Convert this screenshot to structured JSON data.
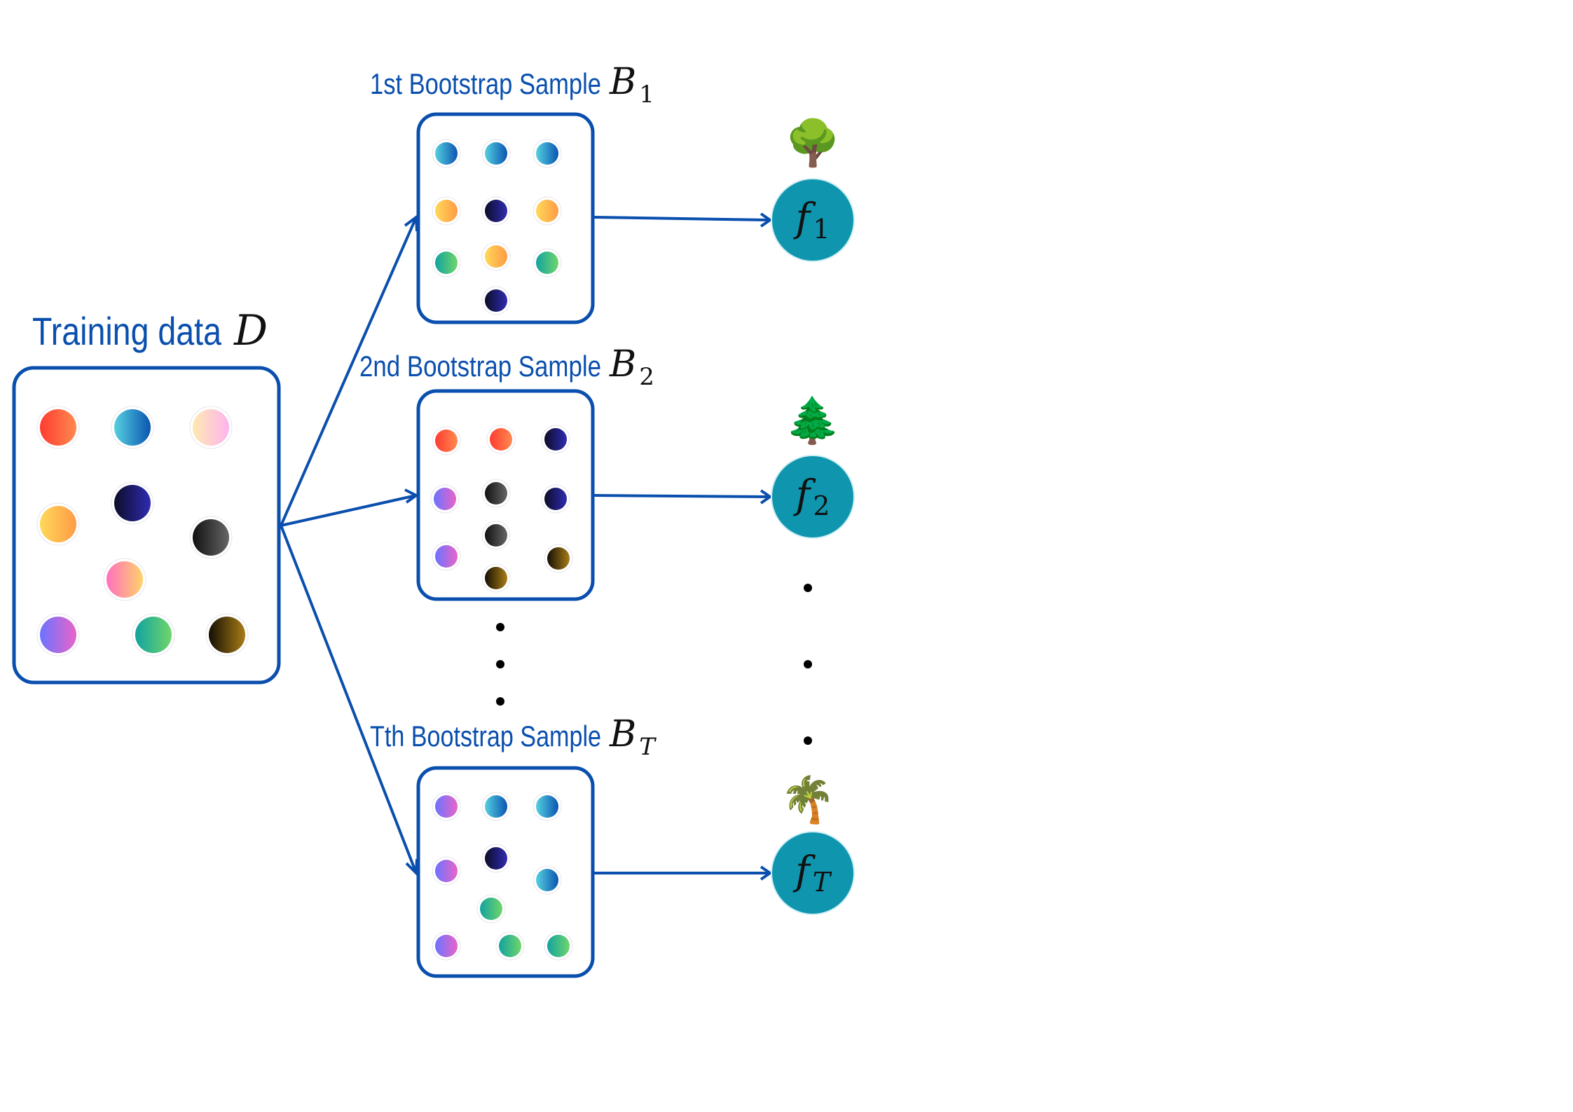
{
  "colors": {
    "accent": "#0a4fae",
    "model_fill": "#0f96ae",
    "ellipsis": "#000000"
  },
  "training": {
    "label": "Training data",
    "symbol": "D",
    "points": [
      "red",
      "blue",
      "peach",
      "orange",
      "navy",
      "charcoal",
      "pinkorange",
      "violet",
      "green",
      "brown"
    ]
  },
  "palette": {
    "red": [
      "#ff3b30",
      "#ff8a50"
    ],
    "blue": [
      "#56d0e0",
      "#0a55b0"
    ],
    "peach": [
      "#fdeab0",
      "#ffb3f0"
    ],
    "orange": [
      "#ffd95a",
      "#ff9a45"
    ],
    "navy": [
      "#0d0d28",
      "#2f2bb3"
    ],
    "charcoal": [
      "#111111",
      "#666666"
    ],
    "pinkorange": [
      "#ff6fc0",
      "#ffd36a"
    ],
    "violet": [
      "#6b73ff",
      "#ea64c8"
    ],
    "green": [
      "#12a2a0",
      "#70d66a"
    ],
    "brown": [
      "#140f04",
      "#a97d17"
    ]
  },
  "samples": [
    {
      "label": "1st Bootstrap Sample",
      "symbol": "B",
      "subscript": "1",
      "points": [
        "blue",
        "blue",
        "blue",
        "orange",
        "navy",
        "orange",
        "green",
        "orange",
        "green",
        "navy"
      ]
    },
    {
      "label": "2nd Bootstrap Sample",
      "symbol": "B",
      "subscript": "2",
      "points": [
        "red",
        "red",
        "navy",
        "violet",
        "charcoal",
        "navy",
        "charcoal",
        "violet",
        "brown",
        "brown"
      ]
    },
    {
      "label": "Tth Bootstrap Sample",
      "symbol": "B",
      "subscript": "T",
      "points": [
        "violet",
        "blue",
        "blue",
        "violet",
        "navy",
        "blue",
        "green",
        "violet",
        "green",
        "green"
      ]
    }
  ],
  "models": [
    {
      "symbol": "f",
      "subscript": "1",
      "icon": "deciduous-tree-icon",
      "glyph": "🌳"
    },
    {
      "symbol": "f",
      "subscript": "2",
      "icon": "evergreen-tree-icon",
      "glyph": "🌲"
    },
    {
      "symbol": "f",
      "subscript": "T",
      "icon": "palm-tree-icon",
      "glyph": "🌴"
    }
  ]
}
